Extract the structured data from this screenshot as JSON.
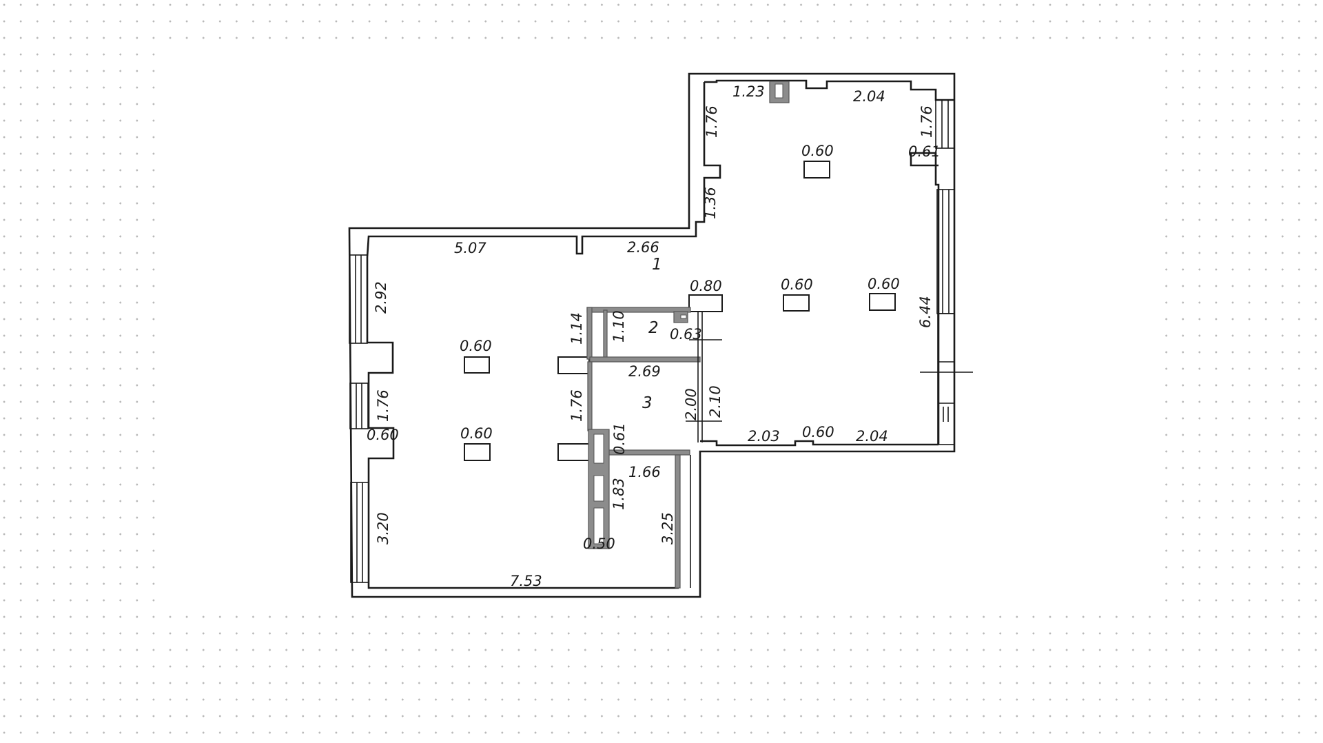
{
  "plan": {
    "rooms": [
      {
        "id": "1",
        "label": "1"
      },
      {
        "id": "2",
        "label": "2"
      },
      {
        "id": "3",
        "label": "3"
      }
    ],
    "dimensions": {
      "top_left_wall_1": "1.23",
      "top_wall_right": "2.04",
      "upper_left_pier_height": "1.76",
      "upper_right_window_height": "1.76",
      "upper_right_pier": "0.61",
      "upper_column": "0.60",
      "upper_lower_left_segment": "1.36",
      "main_top_left": "5.07",
      "main_top_right": "2.66",
      "main_left_window_top": "2.92",
      "main_left_window_mid": "1.76",
      "main_left_pier": "0.60",
      "main_left_window_bottom": "3.20",
      "bottom_wall": "7.53",
      "column_left_top": "0.60",
      "column_left_bottom": "0.60",
      "pier_0_80": "0.80",
      "column_right_a": "0.60",
      "column_right_b": "0.60",
      "right_wall": "6.44",
      "bottom_right_a": "2.03",
      "bottom_right_pier": "0.60",
      "bottom_right_b": "2.04",
      "room2_left": "1.14",
      "room2_inner": "1.10",
      "room2_vent": "0.63",
      "room3_width": "2.69",
      "room3_left": "1.76",
      "room3_height_inner": "2.00",
      "room3_height_outer": "2.10",
      "shaft_side": "0.61",
      "corridor_width": "1.66",
      "shaft_height": "1.83",
      "shaft_width": "0.50",
      "corridor_length": "3.25"
    }
  }
}
